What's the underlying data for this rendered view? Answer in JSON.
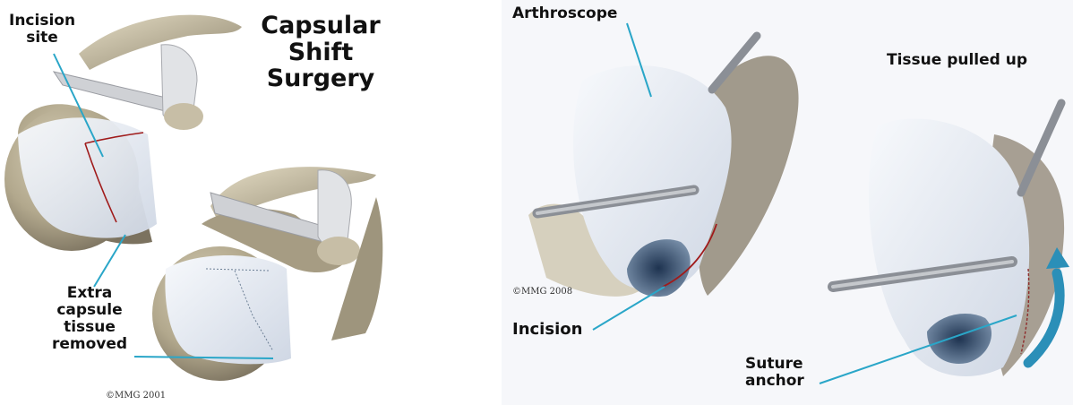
{
  "panel_left": {
    "title_lines": [
      "Capsular",
      "Shift",
      "Surgery"
    ],
    "label_incision_site": [
      "Incision",
      "site"
    ],
    "label_extra_capsule": [
      "Extra",
      "capsule",
      "tissue",
      "removed"
    ],
    "copyright": "©MMG 2001"
  },
  "panel_right": {
    "label_arthroscope": "Arthroscope",
    "label_tissue_pulled_up": "Tissue pulled up",
    "label_incision": "Incision",
    "label_suture_anchor": [
      "Suture",
      "anchor"
    ],
    "copyright": "©MMG 2008"
  },
  "colors": {
    "bone": "#b7ad93",
    "bone_dark": "#6e6552",
    "capsule": "#e9eef6",
    "tendon": "#d6d8dc",
    "incision_line": "#a01b1b",
    "leader_line": "#2aa6c8",
    "arrow": "#2b8fb8"
  }
}
